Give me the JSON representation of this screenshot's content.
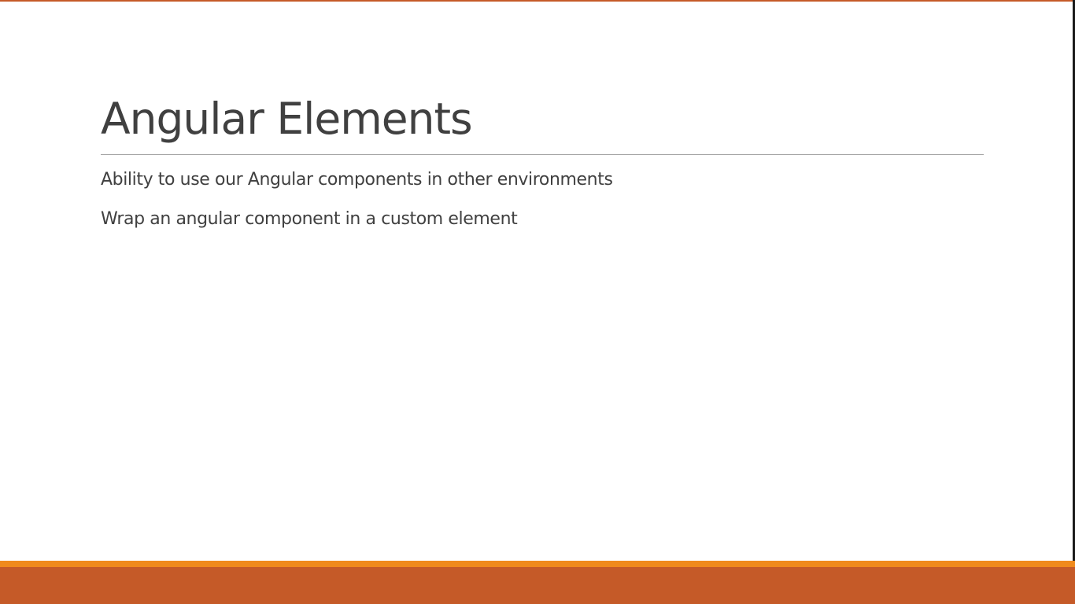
{
  "slide": {
    "title": "Angular Elements",
    "bullets": [
      "Ability to use our Angular components in other environments",
      "Wrap an angular component in a custom element"
    ]
  },
  "colors": {
    "footer_band": "#c55a28",
    "footer_accent": "#f08a1c",
    "text": "#404040",
    "rule": "#a6a6a6"
  }
}
